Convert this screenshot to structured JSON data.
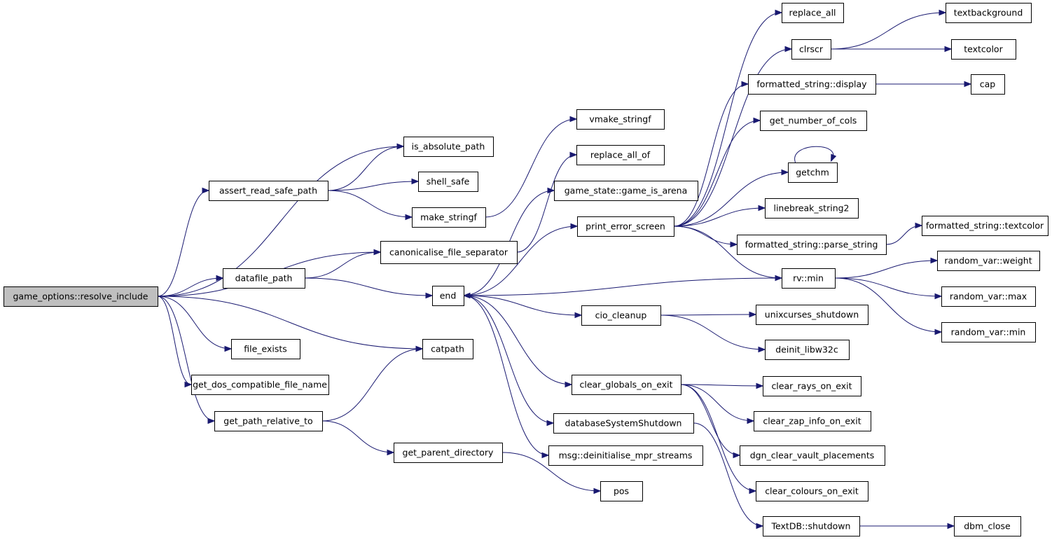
{
  "graph": {
    "title": "",
    "edge_color": "#191970",
    "root_fill": "#bfbfbf",
    "nodes": [
      {
        "id": "root",
        "label": "game_options::resolve_include"
      },
      {
        "id": "is_abs",
        "label": "is_absolute_path"
      },
      {
        "id": "assert_read",
        "label": "assert_read_safe_path"
      },
      {
        "id": "shell_safe",
        "label": "shell_safe"
      },
      {
        "id": "make_stringf",
        "label": "make_stringf"
      },
      {
        "id": "vmake_stringf",
        "label": "vmake_stringf"
      },
      {
        "id": "replace_all_of",
        "label": "replace_all_of"
      },
      {
        "id": "canonicalise",
        "label": "canonicalise_file_separator"
      },
      {
        "id": "datafile_path",
        "label": "datafile_path"
      },
      {
        "id": "end",
        "label": "end"
      },
      {
        "id": "file_exists",
        "label": "file_exists"
      },
      {
        "id": "catpath",
        "label": "catpath"
      },
      {
        "id": "get_dos",
        "label": "get_dos_compatible_file_name"
      },
      {
        "id": "get_path_rel",
        "label": "get_path_relative_to"
      },
      {
        "id": "get_parent",
        "label": "get_parent_directory"
      },
      {
        "id": "pos",
        "label": "pos"
      },
      {
        "id": "game_is_arena",
        "label": "game_state::game_is_arena"
      },
      {
        "id": "print_error",
        "label": "print_error_screen"
      },
      {
        "id": "cio_cleanup",
        "label": "cio_cleanup"
      },
      {
        "id": "clear_globals",
        "label": "clear_globals_on_exit"
      },
      {
        "id": "dbshutdown",
        "label": "databaseSystemShutdown"
      },
      {
        "id": "msg_deinit",
        "label": "msg::deinitialise_mpr_streams"
      },
      {
        "id": "replace_all",
        "label": "replace_all"
      },
      {
        "id": "clrscr",
        "label": "clrscr"
      },
      {
        "id": "fs_display",
        "label": "formatted_string::display"
      },
      {
        "id": "get_cols",
        "label": "get_number_of_cols"
      },
      {
        "id": "getchm",
        "label": "getchm"
      },
      {
        "id": "linebreak",
        "label": "linebreak_string2"
      },
      {
        "id": "fs_parse",
        "label": "formatted_string::parse_string"
      },
      {
        "id": "rv_min",
        "label": "rv::min"
      },
      {
        "id": "unixcurses",
        "label": "unixcurses_shutdown"
      },
      {
        "id": "deinit_libw32c",
        "label": "deinit_libw32c"
      },
      {
        "id": "clear_rays",
        "label": "clear_rays_on_exit"
      },
      {
        "id": "clear_zap",
        "label": "clear_zap_info_on_exit"
      },
      {
        "id": "dgn_clear",
        "label": "dgn_clear_vault_placements"
      },
      {
        "id": "clear_colours",
        "label": "clear_colours_on_exit"
      },
      {
        "id": "textdb_shutdown",
        "label": "TextDB::shutdown"
      },
      {
        "id": "textbackground",
        "label": "textbackground"
      },
      {
        "id": "textcolor",
        "label": "textcolor"
      },
      {
        "id": "cap",
        "label": "cap"
      },
      {
        "id": "fs_textcolor",
        "label": "formatted_string::textcolor"
      },
      {
        "id": "rv_weight",
        "label": "random_var::weight"
      },
      {
        "id": "rv_max",
        "label": "random_var::max"
      },
      {
        "id": "rv_min2",
        "label": "random_var::min"
      },
      {
        "id": "dbm_close",
        "label": "dbm_close"
      }
    ],
    "edges": [
      [
        "root",
        "is_abs"
      ],
      [
        "root",
        "assert_read"
      ],
      [
        "root",
        "canonicalise"
      ],
      [
        "root",
        "datafile_path"
      ],
      [
        "root",
        "file_exists"
      ],
      [
        "root",
        "catpath"
      ],
      [
        "root",
        "get_dos"
      ],
      [
        "root",
        "get_path_rel"
      ],
      [
        "assert_read",
        "is_abs"
      ],
      [
        "assert_read",
        "shell_safe"
      ],
      [
        "assert_read",
        "make_stringf"
      ],
      [
        "make_stringf",
        "vmake_stringf"
      ],
      [
        "canonicalise",
        "replace_all_of"
      ],
      [
        "datafile_path",
        "canonicalise"
      ],
      [
        "datafile_path",
        "end"
      ],
      [
        "get_path_rel",
        "catpath"
      ],
      [
        "get_path_rel",
        "get_parent"
      ],
      [
        "get_parent",
        "pos"
      ],
      [
        "end",
        "game_is_arena"
      ],
      [
        "end",
        "print_error"
      ],
      [
        "end",
        "cio_cleanup"
      ],
      [
        "end",
        "clear_globals"
      ],
      [
        "end",
        "dbshutdown"
      ],
      [
        "end",
        "msg_deinit"
      ],
      [
        "print_error",
        "replace_all"
      ],
      [
        "print_error",
        "clrscr"
      ],
      [
        "print_error",
        "fs_display"
      ],
      [
        "print_error",
        "get_cols"
      ],
      [
        "print_error",
        "getchm"
      ],
      [
        "print_error",
        "linebreak"
      ],
      [
        "print_error",
        "fs_parse"
      ],
      [
        "print_error",
        "rv_min"
      ],
      [
        "rv_min",
        "end"
      ],
      [
        "rv_min",
        "rv_weight"
      ],
      [
        "rv_min",
        "rv_max"
      ],
      [
        "rv_min",
        "rv_min2"
      ],
      [
        "cio_cleanup",
        "unixcurses"
      ],
      [
        "cio_cleanup",
        "deinit_libw32c"
      ],
      [
        "clear_globals",
        "clear_rays"
      ],
      [
        "clear_globals",
        "clear_zap"
      ],
      [
        "clear_globals",
        "dgn_clear"
      ],
      [
        "clear_globals",
        "clear_colours"
      ],
      [
        "dbshutdown",
        "textdb_shutdown"
      ],
      [
        "textdb_shutdown",
        "dbm_close"
      ],
      [
        "clrscr",
        "textbackground"
      ],
      [
        "clrscr",
        "textcolor"
      ],
      [
        "fs_display",
        "cap"
      ],
      [
        "fs_parse",
        "fs_textcolor"
      ],
      [
        "getchm",
        "getchm"
      ]
    ]
  }
}
